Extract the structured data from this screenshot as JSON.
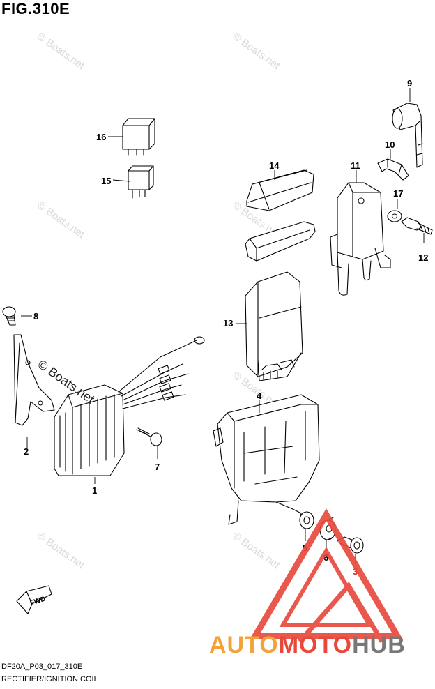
{
  "header": {
    "figure_title": "FIG.310E"
  },
  "footer": {
    "code": "DF20A_P03_017_310E",
    "caption": "RECTIFIER/IGNITION COIL"
  },
  "watermarks": {
    "light_text": "© Boats.net",
    "strong_text": "© Boats.net"
  },
  "direction_arrow": {
    "label": "FWD"
  },
  "branding": {
    "part1": "AUTO",
    "part2": "MOTO",
    "part3": "HUB",
    "colors": {
      "part1": "#f3a23a",
      "part2": "#e8473a",
      "part3": "#777777",
      "triangle": "#e8473a"
    }
  },
  "parts": [
    {
      "number": "1"
    },
    {
      "number": "2"
    },
    {
      "number": "3"
    },
    {
      "number": "4"
    },
    {
      "number": "5"
    },
    {
      "number": "6"
    },
    {
      "number": "7"
    },
    {
      "number": "8"
    },
    {
      "number": "9"
    },
    {
      "number": "10"
    },
    {
      "number": "11"
    },
    {
      "number": "12"
    },
    {
      "number": "13"
    },
    {
      "number": "14"
    },
    {
      "number": "15"
    },
    {
      "number": "16"
    },
    {
      "number": "17"
    }
  ]
}
